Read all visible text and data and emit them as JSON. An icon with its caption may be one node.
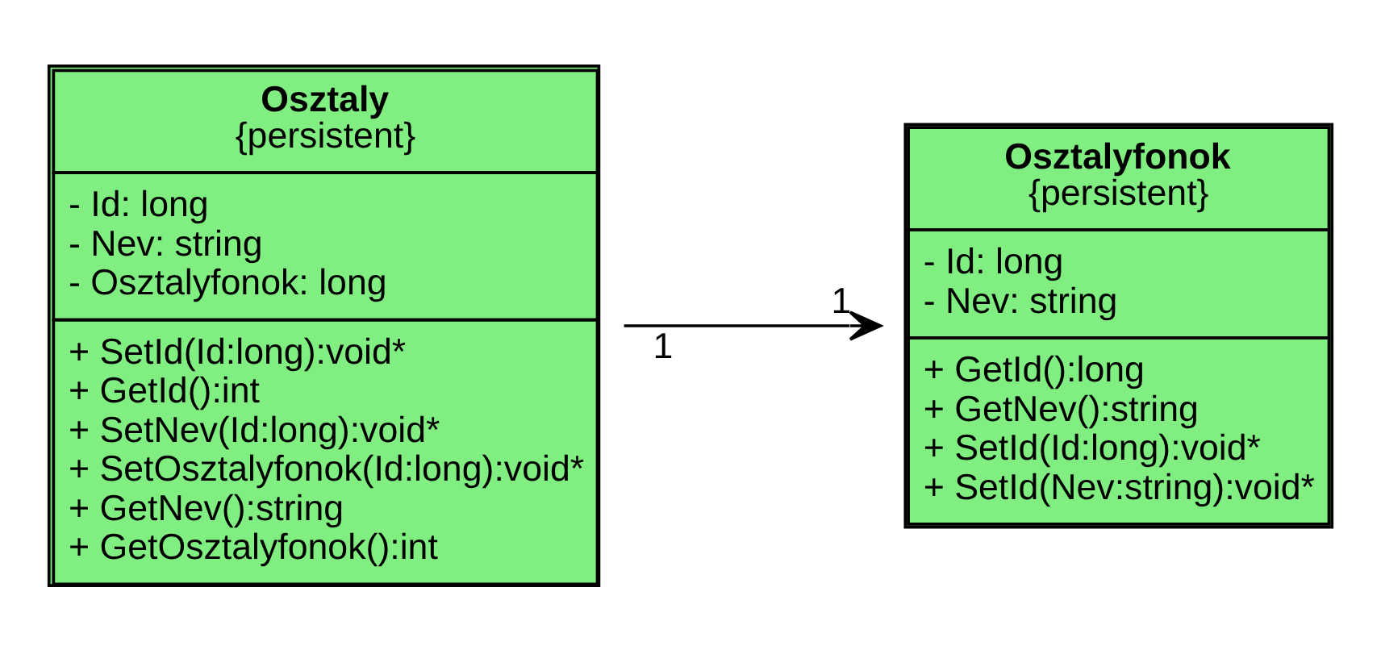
{
  "diagram": {
    "nodes": [
      {
        "text": [
          "Osztaly",
          "{persistent}",
          "- Id: long",
          "- Nev: string",
          "- Osztalyfonok: long",
          "+ SetId(Id:long):void*",
          "+ GetId():int",
          "+ SetNev(Id:long):void*",
          "+ SetOsztalyfonok(Id:long):void*",
          "+ GetNev():string",
          "+ GetOsztalyfonok():int"
        ]
      },
      {
        "text": [
          "Osztalyfonok",
          "{persistent}",
          "- Id: long",
          "- Nev: string",
          "+ GetId():long",
          "+ GetNev():string",
          "+ SetId(Id:long):void*",
          "+ SetId(Nev:string):void*"
        ]
      }
    ],
    "edges": [
      {
        "from": 0,
        "to": 1,
        "arrow": "to"
      }
    ],
    "labels": [
      "1",
      "1"
    ]
  }
}
